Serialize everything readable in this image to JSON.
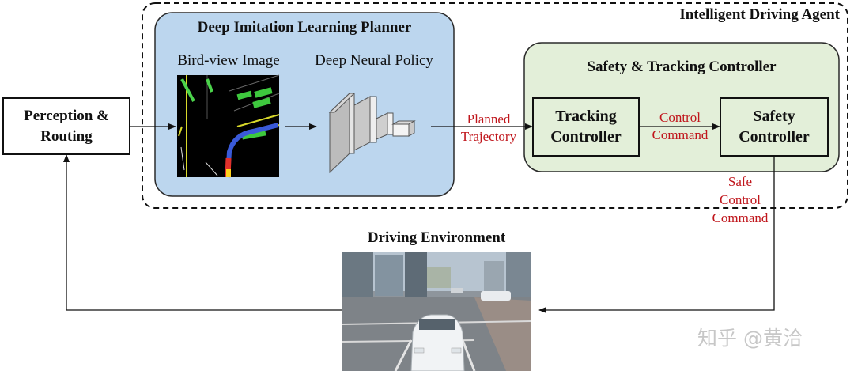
{
  "agent": {
    "label": "Intelligent Driving Agent"
  },
  "perception": {
    "line1": "Perception &",
    "line2": "Routing"
  },
  "planner": {
    "title": "Deep Imitation Learning Planner",
    "bird_view_label": "Bird-view Image",
    "policy_label": "Deep Neural Policy"
  },
  "planned": {
    "line1": "Planned",
    "line2": "Trajectory"
  },
  "controller": {
    "title": "Safety & Tracking Controller",
    "tracking": {
      "line1": "Tracking",
      "line2": "Controller"
    },
    "control_cmd": {
      "line1": "Control",
      "line2": "Command"
    },
    "safety": {
      "line1": "Safety",
      "line2": "Controller"
    }
  },
  "safe_cmd": {
    "line1": "Safe",
    "line2": "Control",
    "line3": "Command"
  },
  "environment": {
    "title": "Driving Environment"
  },
  "watermark": "知乎 @黄洽",
  "colors": {
    "planner_fill": "#bcd6ee",
    "controller_fill": "#e3efd9",
    "command_text": "#c0161c"
  }
}
